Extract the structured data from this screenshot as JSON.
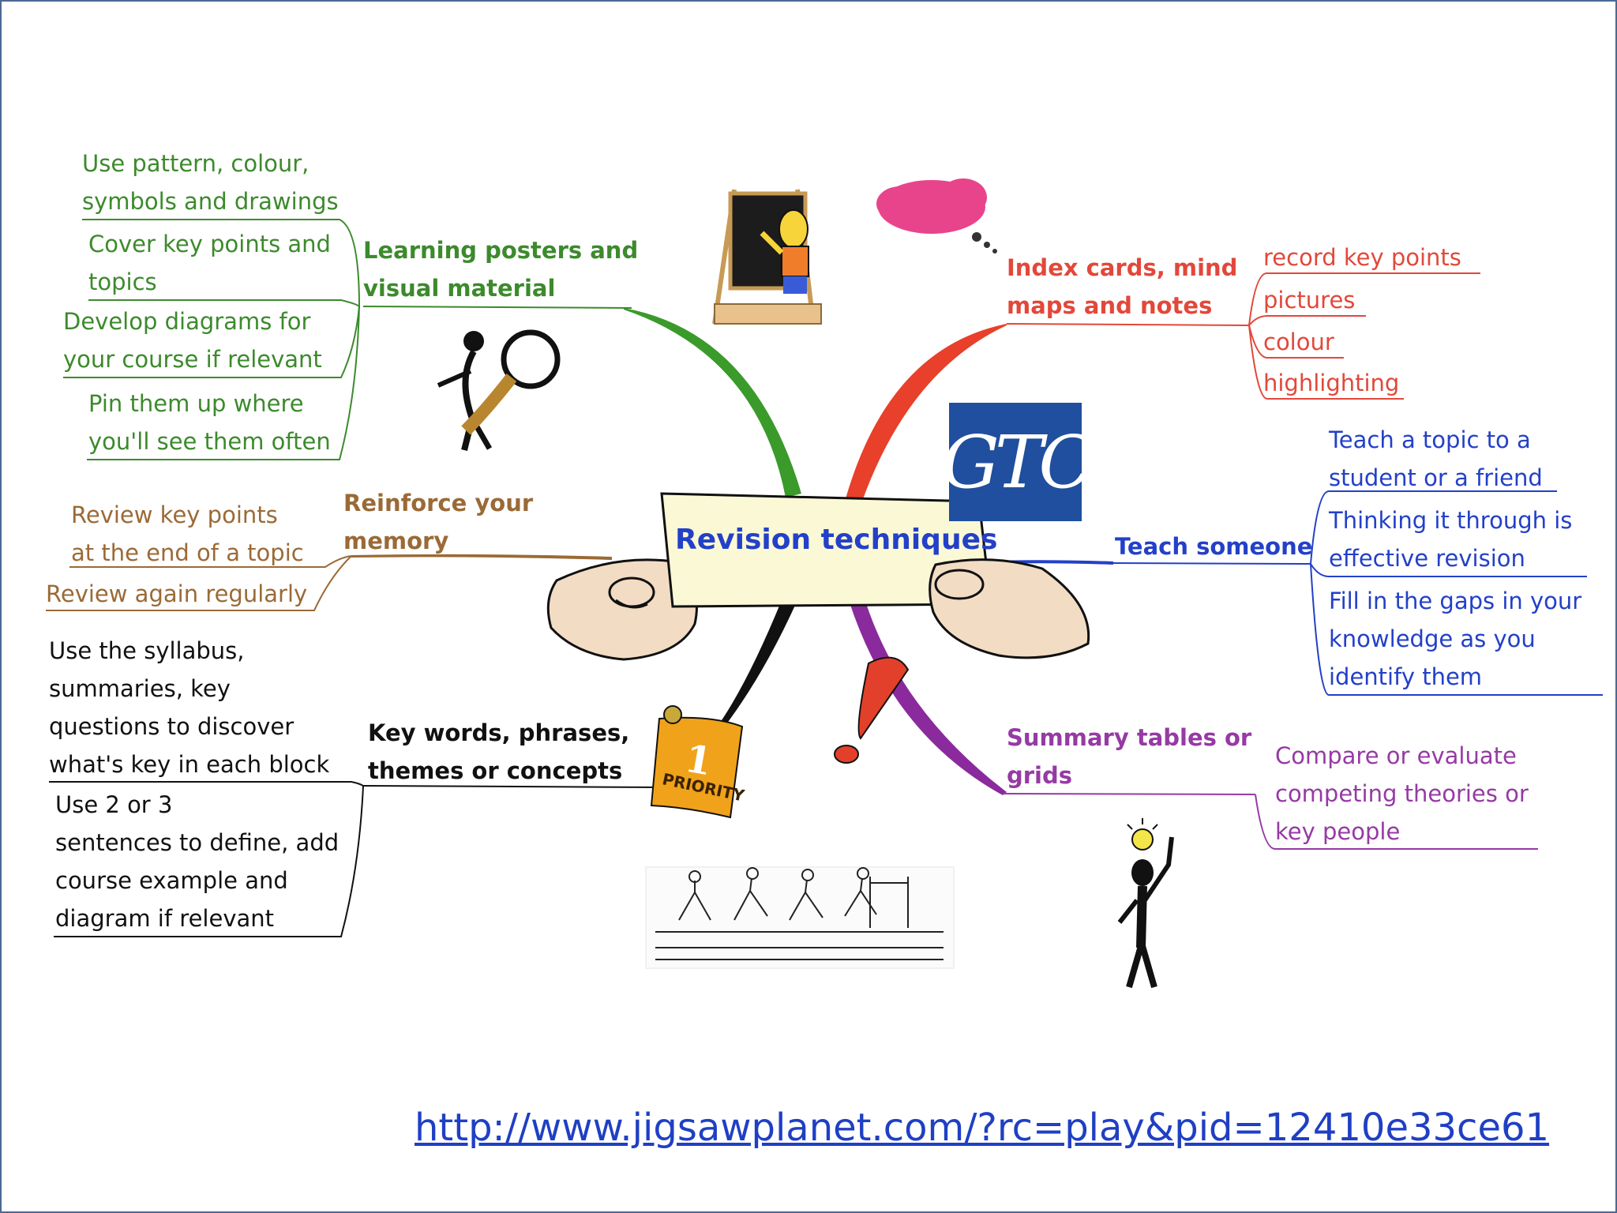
{
  "center": "Revision techniques",
  "logo": "GTC",
  "priority_note": {
    "number": "1",
    "label": "PRIORITY"
  },
  "branches": {
    "visual": {
      "title": "Learning posters and\nvisual material",
      "items": [
        "Use pattern, colour,\nsymbols and drawings",
        "Cover key points and\ntopics",
        "Develop diagrams for\nyour course if relevant",
        "Pin them up where\nyou'll see them often"
      ]
    },
    "cards": {
      "title": "Index cards, mind\nmaps and notes",
      "items": [
        "record key points",
        "pictures",
        "colour",
        "highlighting"
      ]
    },
    "teach": {
      "title": "Teach someone",
      "items": [
        "Teach a topic to a\nstudent or a friend",
        "Thinking it through is\neffective revision",
        "Fill in the gaps in your\nknowledge as you\nidentify them"
      ]
    },
    "memory": {
      "title": "Reinforce your\nmemory",
      "items": [
        "Review key points\nat the end of a topic",
        "Review again regularly"
      ]
    },
    "keywords": {
      "title": "Key words, phrases,\nthemes or concepts",
      "items": [
        "Use the syllabus,\nsummaries, key\nquestions to discover\nwhat's key in each block",
        "Use 2 or 3\nsentences to define, add\ncourse example and\ndiagram if relevant"
      ]
    },
    "tables": {
      "title": "Summary tables or\ngrids",
      "items": [
        "Compare or evaluate\ncompeting theories or\nkey people"
      ]
    }
  },
  "link": "http://www.jigsawplanet.com/?rc=play&pid=12410e33ce61",
  "colors": {
    "visual": "#3c8a2c",
    "cards": "#e2483a",
    "teach": "#2340c8",
    "memory": "#9a6a36",
    "keywords": "#111111",
    "tables": "#963aa4"
  }
}
